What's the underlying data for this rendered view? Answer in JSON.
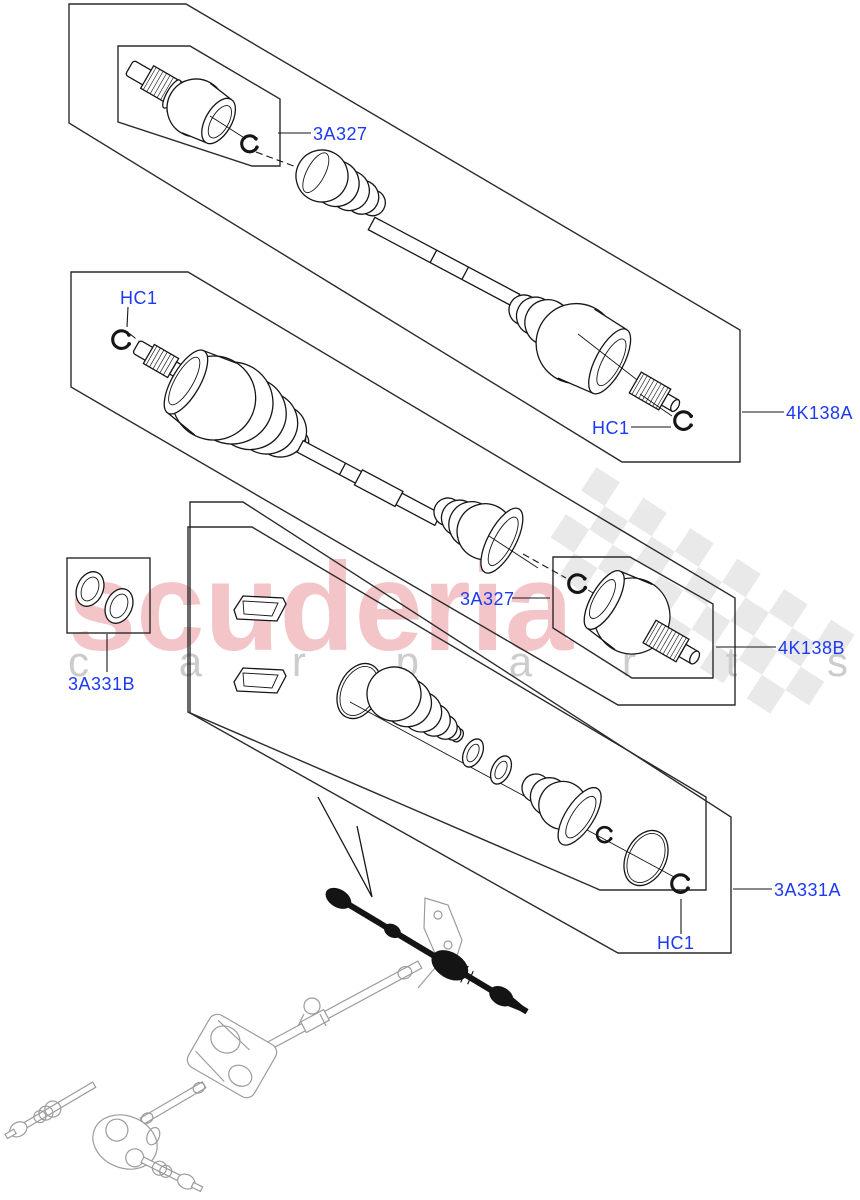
{
  "diagram": {
    "parts": {
      "p3a327": "3A327",
      "p4k138a": "4K138A",
      "p4k138b": "4K138B",
      "p3a331a": "3A331A",
      "p3a331b": "3A331B",
      "hc1": "HC1"
    },
    "watermark": {
      "brand": "scuderia",
      "subtext": "carparts"
    },
    "colors": {
      "label_blue": "#1d3af0",
      "watermark_pink": "rgba(214,64,76,0.30)",
      "watermark_gray": "#cccccc",
      "checker_gray": "#d8d8d8",
      "line_dark": "#161616",
      "assembly_gray": "#9c9c9c"
    }
  }
}
